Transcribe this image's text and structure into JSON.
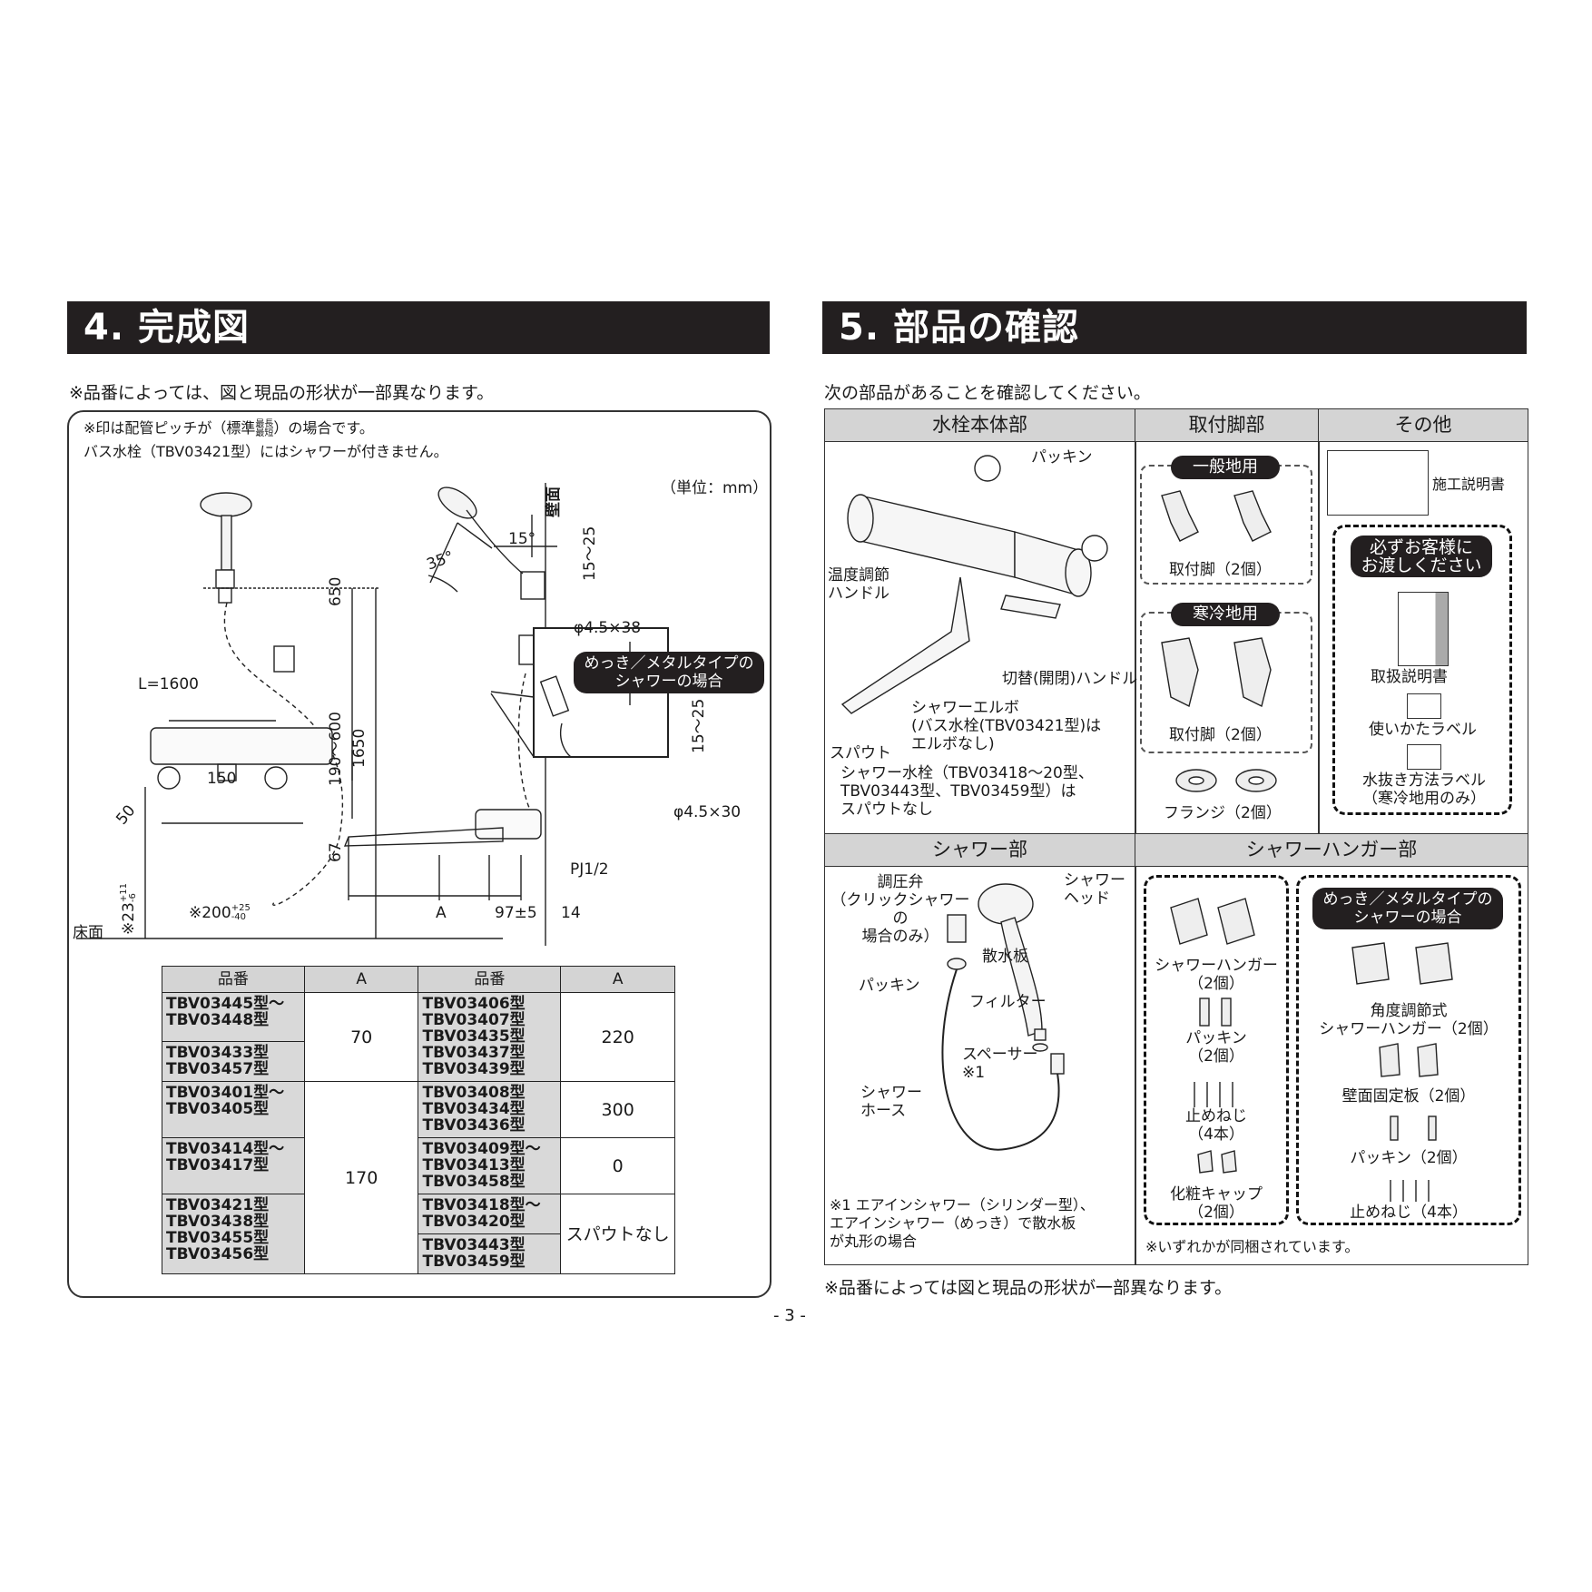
{
  "sec4": {
    "title": "4. 完成図",
    "note": "※品番によっては、図と現品の形状が一部異なります。",
    "frame_note1a": "※印は配管ピッチが（標準",
    "frame_note1_sup_top": "最長",
    "frame_note1_sup_bot": "最短",
    "frame_note1b": "）の場合です。",
    "frame_note2": "バス水栓（TBV03421型）にはシャワーが付きません。",
    "unit": "（単位：mm）",
    "wall": "壁面",
    "floor": "床面",
    "dims": {
      "l1600": "L=1600",
      "d650": "650",
      "d190_600": "190～600",
      "d1650": "1650",
      "d150": "150",
      "d50": "50",
      "d67": "67",
      "d200": "※200",
      "d200_tol_top": "+25",
      "d200_tol_bot": "-40",
      "d23": "※23",
      "d23_tol_top": "+11",
      "d23_tol_bot": "-6",
      "a": "A",
      "d97": "97±5",
      "d14": "14",
      "pj": "PJ1/2",
      "angle15": "15°",
      "angle35": "35°",
      "d15_25": "15～25",
      "phi38": "φ4.5×38",
      "d15_25b": "15～25",
      "phi30": "φ4.5×30",
      "metal_badge": "めっき／メタルタイプの\nシャワーの場合"
    },
    "table": {
      "headers": [
        "品番",
        "A",
        "品番",
        "A"
      ],
      "left": [
        {
          "models": [
            "TBV03445型～",
            "TBV03448型"
          ],
          "group": 0
        },
        {
          "models": [
            "TBV03433型",
            "TBV03457型"
          ],
          "group": 0
        },
        {
          "models": [
            "TBV03401型～",
            "TBV03405型"
          ],
          "group": 1
        },
        {
          "models": [
            "TBV03414型～",
            "TBV03417型"
          ],
          "group": 1
        },
        {
          "models": [
            "TBV03421型",
            "TBV03438型",
            "TBV03455型",
            "TBV03456型"
          ],
          "group": 1
        }
      ],
      "left_values": [
        "70",
        "170"
      ],
      "right": [
        {
          "models": [
            "TBV03406型",
            "TBV03407型",
            "TBV03435型",
            "TBV03437型",
            "TBV03439型"
          ],
          "value": "220"
        },
        {
          "models": [
            "TBV03408型",
            "TBV03434型",
            "TBV03436型"
          ],
          "value": "300"
        },
        {
          "models": [
            "TBV03409型～",
            "TBV03413型",
            "TBV03458型"
          ],
          "value": "0"
        },
        {
          "models": [
            "TBV03418型～",
            "TBV03420型"
          ],
          "value": "スパウトなし"
        },
        {
          "models": [
            "TBV03443型",
            "TBV03459型"
          ],
          "value": ""
        }
      ]
    }
  },
  "sec5": {
    "title": "5. 部品の確認",
    "intro": "次の部品があることを確認してください。",
    "headers": {
      "body": "水栓本体部",
      "legs": "取付脚部",
      "other": "その他",
      "shower": "シャワー部",
      "hanger": "シャワーハンガー部"
    },
    "body_labels": {
      "packing": "パッキン",
      "temp_handle": "温度調節\nハンドル",
      "switch_handle": "切替(開閉)ハンドル",
      "elbow": "シャワーエルボ\n(バス水栓(TBV03421型)は\nエルボなし)",
      "spout": "スパウト",
      "spout_note": "シャワー水栓（TBV03418～20型、\nTBV03443型、TBV03459型）は\nスパウトなし"
    },
    "legs": {
      "general_badge": "一般地用",
      "general_label": "取付脚（2個）",
      "cold_badge": "寒冷地用",
      "cold_label": "取付脚（2個）",
      "flange": "フランジ（2個）"
    },
    "other": {
      "install_manual": "施工説明書",
      "customer_badge": "必ずお客様に\nお渡しください",
      "manual": "取扱説明書",
      "usage_label": "使いかたラベル",
      "drain_label": "水抜き方法ラベル\n（寒冷地用のみ）"
    },
    "shower_labels": {
      "valve": "調圧弁\n（クリックシャワーの\n場合のみ）",
      "head": "シャワー\nヘッド",
      "plate": "散水板",
      "packing": "パッキン",
      "filter": "フィルター",
      "spacer": "スペーサー\n※1",
      "hose": "シャワー\nホース",
      "footnote": "※1  エアインシャワー（シリンダー型）、\n      エアインシャワー（めっき）で散水板\n      が丸形の場合"
    },
    "hanger": {
      "hanger": "シャワーハンガー\n（2個）",
      "packing": "パッキン\n（2個）",
      "screws": "止めねじ\n（4本）",
      "cap": "化粧キャップ\n（2個）",
      "metal_badge": "めっき／メタルタイプの\nシャワーの場合",
      "angle_hanger": "角度調節式\nシャワーハンガー（2個）",
      "wall_plate": "壁面固定板（2個）",
      "packing2": "パッキン（2個）",
      "screws2": "止めねじ（4本）",
      "either_note": "※いずれかが同梱されています。"
    },
    "footer_note": "※品番によっては図と現品の形状が一部異なります。"
  },
  "page_number": "- 3 -"
}
